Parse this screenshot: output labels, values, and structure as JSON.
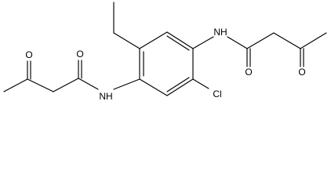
{
  "molecule": {
    "atoms": {
      "o_ketone_left": "O",
      "o_amide_left": "O",
      "nh_left": "NH",
      "nh_right": "NH",
      "o_amide_right": "O",
      "o_ketone_right": "O",
      "cl": "Cl"
    }
  }
}
